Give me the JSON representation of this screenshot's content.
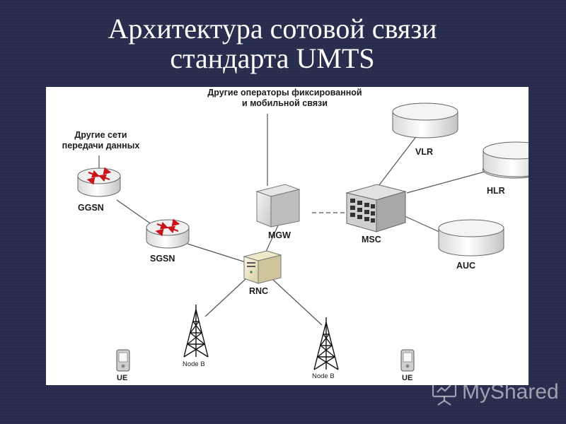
{
  "title": {
    "line1": "Архитектура сотовой связи",
    "line2": "стандарта UMTS"
  },
  "diagram": {
    "other_operators_line1": "Другие операторы фиксированной",
    "other_operators_line2": "и мобильной связи",
    "other_networks_line1": "Другие сети",
    "other_networks_line2": "передачи данных",
    "nodes": {
      "ggsn": "GGSN",
      "sgsn": "SGSN",
      "mgw": "MGW",
      "msc": "MSC",
      "rnc": "RNC",
      "vlr": "VLR",
      "hlr": "HLR",
      "auc": "AUC",
      "node_b_left": "Node B",
      "node_b_right": "Node B",
      "ue_left": "UE",
      "ue_right": "UE"
    },
    "router_arrow_color": "#c8141a",
    "line_color": "#555555"
  },
  "watermark": {
    "text": "MyShared",
    "icon": "projector-screen-icon"
  }
}
